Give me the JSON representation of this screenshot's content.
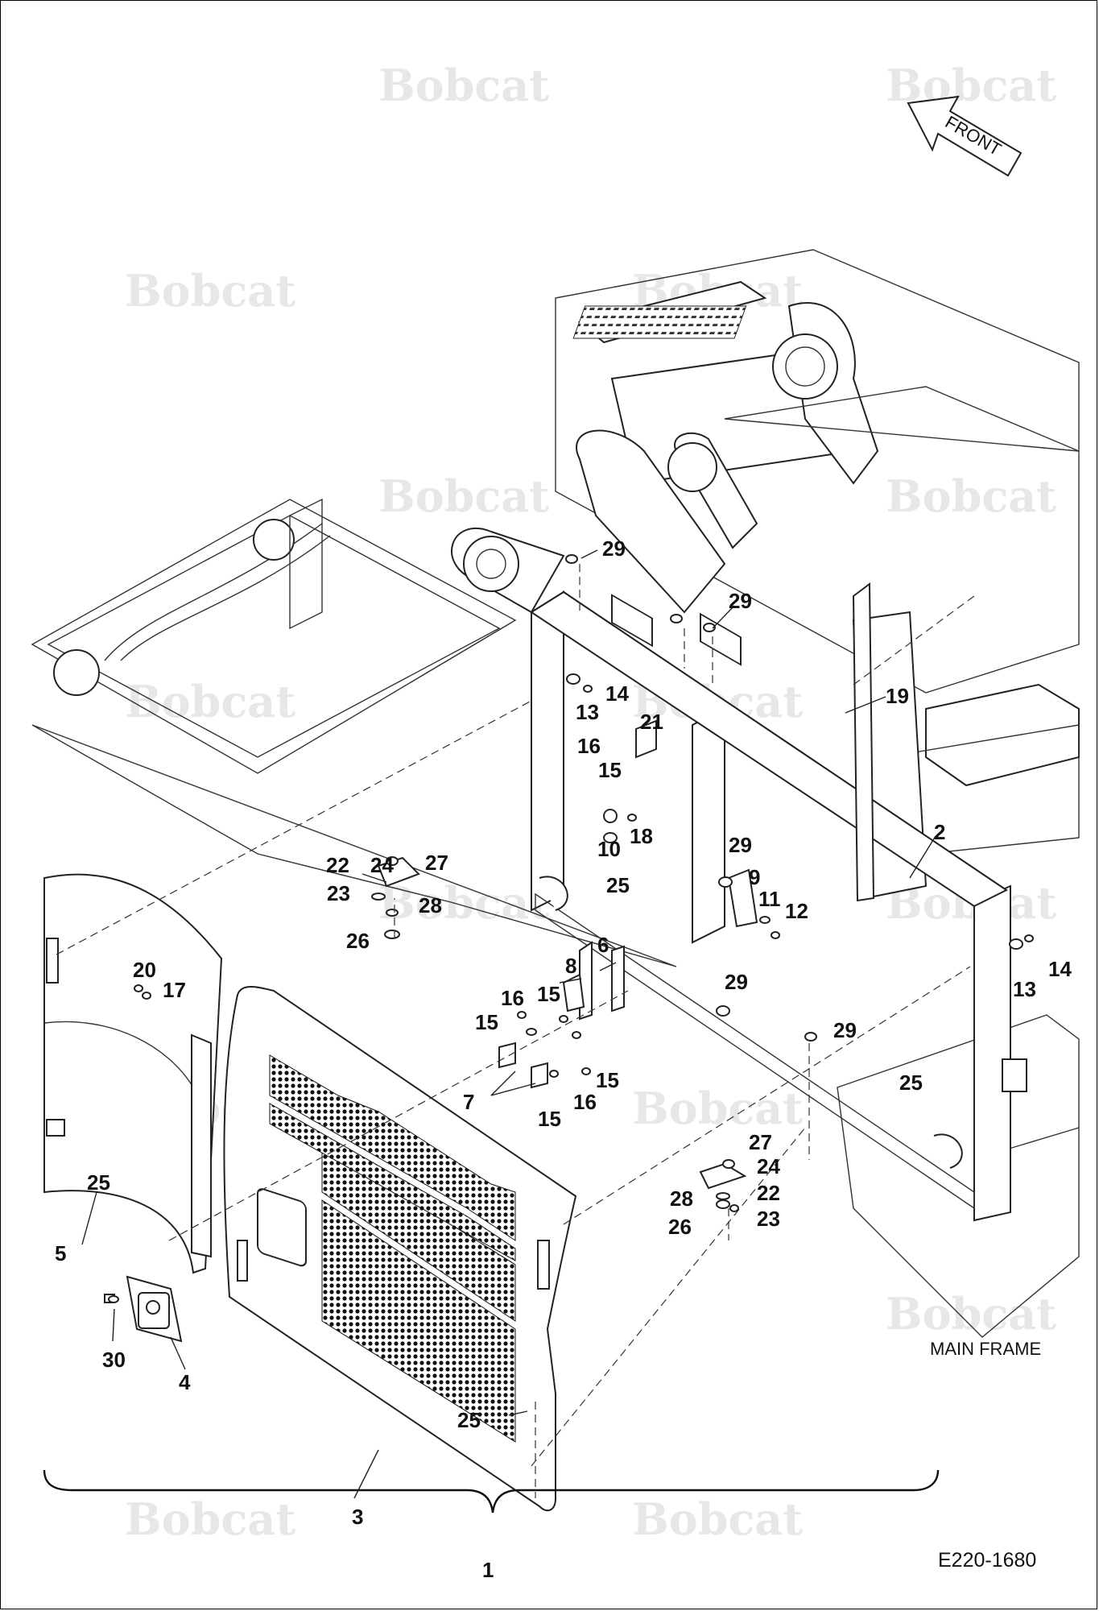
{
  "diagram": {
    "brand_watermark": "Bobcat",
    "front_arrow_label": "FRONT",
    "main_frame_label": "MAIN FRAME",
    "drawing_id": "E220-1680",
    "assembly_callout": "1",
    "callouts": [
      {
        "id": "c29a",
        "label": "29"
      },
      {
        "id": "c29b",
        "label": "29"
      },
      {
        "id": "c14a",
        "label": "14"
      },
      {
        "id": "c13a",
        "label": "13"
      },
      {
        "id": "c19",
        "label": "19"
      },
      {
        "id": "c21",
        "label": "21"
      },
      {
        "id": "c16a",
        "label": "16"
      },
      {
        "id": "c15a",
        "label": "15"
      },
      {
        "id": "c2",
        "label": "2"
      },
      {
        "id": "c10",
        "label": "10"
      },
      {
        "id": "c18",
        "label": "18"
      },
      {
        "id": "c24a",
        "label": "24"
      },
      {
        "id": "c22a",
        "label": "22"
      },
      {
        "id": "c27a",
        "label": "27"
      },
      {
        "id": "c23a",
        "label": "23"
      },
      {
        "id": "c28a",
        "label": "28"
      },
      {
        "id": "c26a",
        "label": "26"
      },
      {
        "id": "c25a",
        "label": "25"
      },
      {
        "id": "c29c",
        "label": "29"
      },
      {
        "id": "c9",
        "label": "9"
      },
      {
        "id": "c11",
        "label": "11"
      },
      {
        "id": "c12",
        "label": "12"
      },
      {
        "id": "c14b",
        "label": "14"
      },
      {
        "id": "c13b",
        "label": "13"
      },
      {
        "id": "c20",
        "label": "20"
      },
      {
        "id": "c17",
        "label": "17"
      },
      {
        "id": "c6",
        "label": "6"
      },
      {
        "id": "c8",
        "label": "8"
      },
      {
        "id": "c16b",
        "label": "16"
      },
      {
        "id": "c15b",
        "label": "15"
      },
      {
        "id": "c15c",
        "label": "15"
      },
      {
        "id": "c29d",
        "label": "29"
      },
      {
        "id": "c29e",
        "label": "29"
      },
      {
        "id": "c15d",
        "label": "15"
      },
      {
        "id": "c7",
        "label": "7"
      },
      {
        "id": "c16c",
        "label": "16"
      },
      {
        "id": "c15e",
        "label": "15"
      },
      {
        "id": "c25b",
        "label": "25"
      },
      {
        "id": "c27b",
        "label": "27"
      },
      {
        "id": "c24b",
        "label": "24"
      },
      {
        "id": "c22b",
        "label": "22"
      },
      {
        "id": "c28b",
        "label": "28"
      },
      {
        "id": "c23b",
        "label": "23"
      },
      {
        "id": "c26b",
        "label": "26"
      },
      {
        "id": "c25c",
        "label": "25"
      },
      {
        "id": "c5",
        "label": "5"
      },
      {
        "id": "c30",
        "label": "30"
      },
      {
        "id": "c4",
        "label": "4"
      },
      {
        "id": "c3",
        "label": "3"
      },
      {
        "id": "c25d",
        "label": "25"
      }
    ]
  }
}
